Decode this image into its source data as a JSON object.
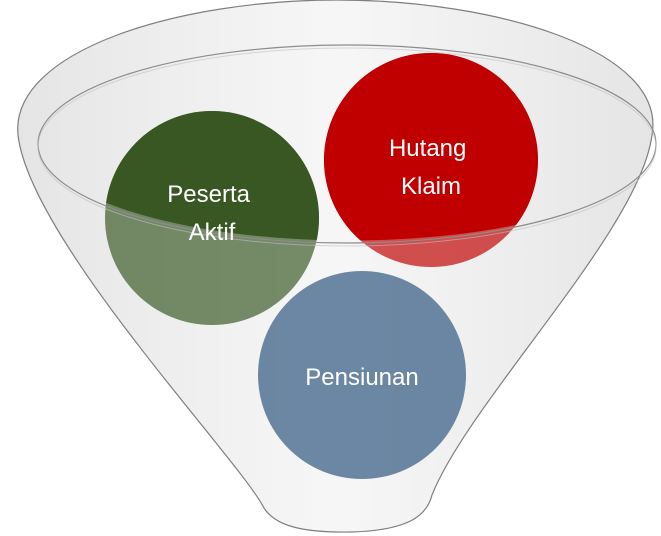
{
  "diagram": {
    "circles": [
      {
        "id": "peserta-aktif",
        "lines": [
          "Peserta",
          "Aktif"
        ],
        "fill": "#385723"
      },
      {
        "id": "hutang-klaim",
        "lines": [
          "Hutang",
          "Klaim"
        ],
        "fill": "#c00000"
      },
      {
        "id": "pensiunan",
        "lines": [
          "Pensiunan"
        ],
        "fill": "#5f7d9b"
      }
    ],
    "funnel": {
      "body_fill": "#d9d9d9",
      "stroke": "#7f7f7f"
    }
  }
}
